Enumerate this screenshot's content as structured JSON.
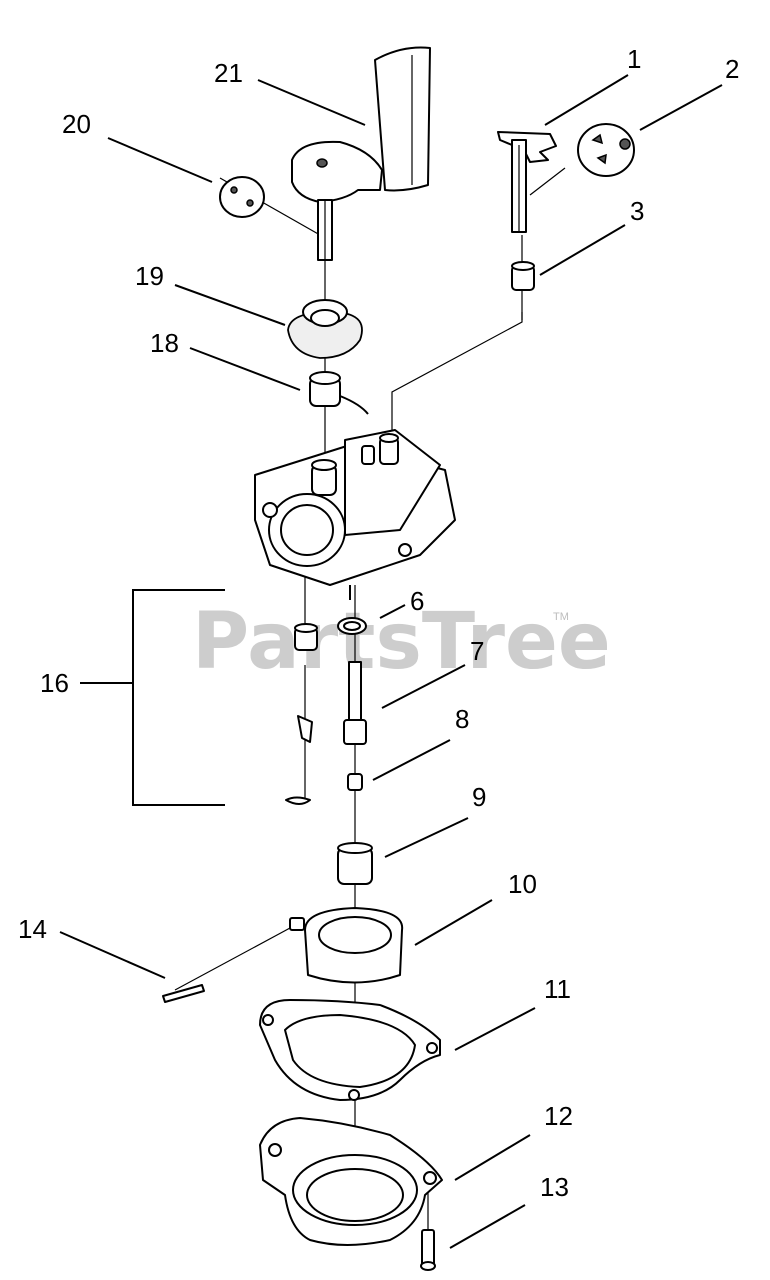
{
  "watermark": "PartsTree",
  "trademark": "TM",
  "callouts": [
    {
      "id": "1",
      "label": "1"
    },
    {
      "id": "2",
      "label": "2"
    },
    {
      "id": "3",
      "label": "3"
    },
    {
      "id": "6",
      "label": "6"
    },
    {
      "id": "7",
      "label": "7"
    },
    {
      "id": "8",
      "label": "8"
    },
    {
      "id": "9",
      "label": "9"
    },
    {
      "id": "10",
      "label": "10"
    },
    {
      "id": "11",
      "label": "11"
    },
    {
      "id": "12",
      "label": "12"
    },
    {
      "id": "13",
      "label": "13"
    },
    {
      "id": "14",
      "label": "14"
    },
    {
      "id": "16",
      "label": "16"
    },
    {
      "id": "18",
      "label": "18"
    },
    {
      "id": "19",
      "label": "19"
    },
    {
      "id": "20",
      "label": "20"
    },
    {
      "id": "21",
      "label": "21"
    }
  ]
}
